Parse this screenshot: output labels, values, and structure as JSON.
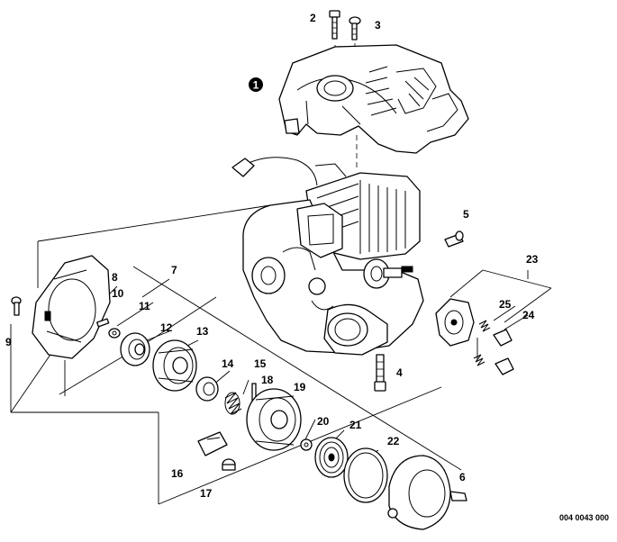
{
  "diagram": {
    "reference_code": "004 0043 000",
    "callouts": {
      "c1": "1",
      "c2": "2",
      "c3": "3",
      "c4": "4",
      "c5": "5",
      "c6": "6",
      "c7": "7",
      "c8": "8",
      "c9": "9",
      "c10": "10",
      "c11": "11",
      "c12": "12",
      "c13": "13",
      "c14": "14",
      "c15": "15",
      "c16": "16",
      "c17": "17",
      "c18": "18",
      "c19": "19",
      "c20": "20",
      "c21": "21",
      "c22": "22",
      "c23": "23",
      "c24": "24",
      "c25": "25"
    }
  }
}
